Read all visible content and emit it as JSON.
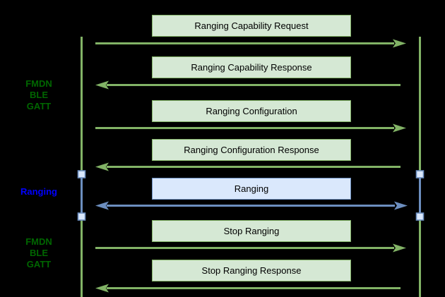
{
  "diagram": {
    "type": "sequence-protocol-diagram",
    "background": "#000000",
    "colors": {
      "message_fill_green": "#d5e8d4",
      "message_stroke_green": "#82b366",
      "message_fill_blue": "#dae8fc",
      "message_stroke_blue": "#6c8ebf",
      "arrow_green": "#82b366",
      "arrow_blue": "#6c8ebf",
      "section_label_green": "#006600",
      "section_label_blue": "#0000ff",
      "message_text": "#000000"
    },
    "lifelines": [
      {
        "name": "left-lifeline"
      },
      {
        "name": "right-lifeline"
      }
    ],
    "sections": [
      {
        "label": "FMDN\nBLE\nGATT",
        "color_role": "green"
      },
      {
        "label": "Ranging",
        "color_role": "blue"
      },
      {
        "label": "FMDN\nBLE\nGATT",
        "color_role": "green"
      }
    ],
    "messages": [
      {
        "label": "Ranging Capability Request",
        "direction": "right",
        "style": "green"
      },
      {
        "label": "Ranging Capability Response",
        "direction": "left",
        "style": "green"
      },
      {
        "label": "Ranging Configuration",
        "direction": "right",
        "style": "green"
      },
      {
        "label": "Ranging Configuration Response",
        "direction": "left",
        "style": "green"
      },
      {
        "label": "Ranging",
        "direction": "both",
        "style": "blue"
      },
      {
        "label": "Stop Ranging",
        "direction": "right",
        "style": "green"
      },
      {
        "label": "Stop Ranging Response",
        "direction": "left",
        "style": "green"
      }
    ]
  }
}
